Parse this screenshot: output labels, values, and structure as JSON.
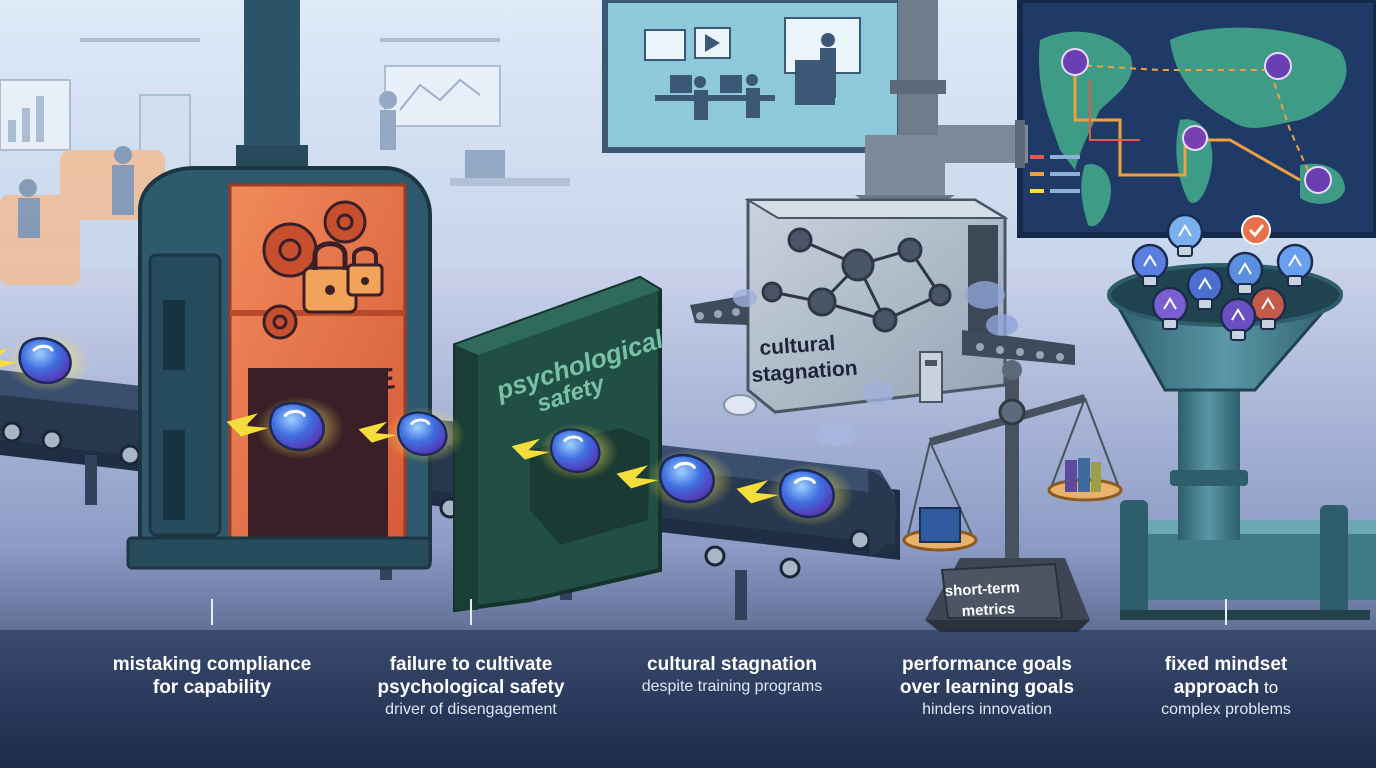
{
  "scene": {
    "machine_labels": {
      "mistake": "MISTAKE",
      "gate": "psychological safety",
      "gate_line1": "psychological",
      "gate_line2": "safety",
      "stagnation_line1": "cultural",
      "stagnation_line2": "stagnation",
      "scale_line1": "short-term",
      "scale_line2": "metrics"
    }
  },
  "captions": [
    {
      "lines": [
        "mistaking compliance",
        "for capability"
      ],
      "sub": ""
    },
    {
      "lines": [
        "failure to cultivate",
        "psychological safety"
      ],
      "sub": "driver of disengagement"
    },
    {
      "lines": [
        "cultural stagnation"
      ],
      "sub": "despite training programs"
    },
    {
      "lines": [
        "performance goals",
        "over learning goals"
      ],
      "sub": "hinders innovation"
    },
    {
      "lines": [
        "fixed mindset"
      ],
      "bold_then_normal": {
        "bold": "approach",
        "normal": " to"
      },
      "sub": "complex problems"
    }
  ],
  "colors": {
    "belt": "#27384f",
    "machine_teal": "#2f5a6e",
    "mistake_orange": "#e8704a",
    "gate_green": "#224f44",
    "blob_blue": "#3f6fe0",
    "spark_yellow": "#f5dd3c",
    "stagnation_gray": "#aab6c4",
    "funnel_teal": "#3f7a89",
    "floor": "#c9d3ea",
    "caption_band": "#1c2b4c"
  }
}
